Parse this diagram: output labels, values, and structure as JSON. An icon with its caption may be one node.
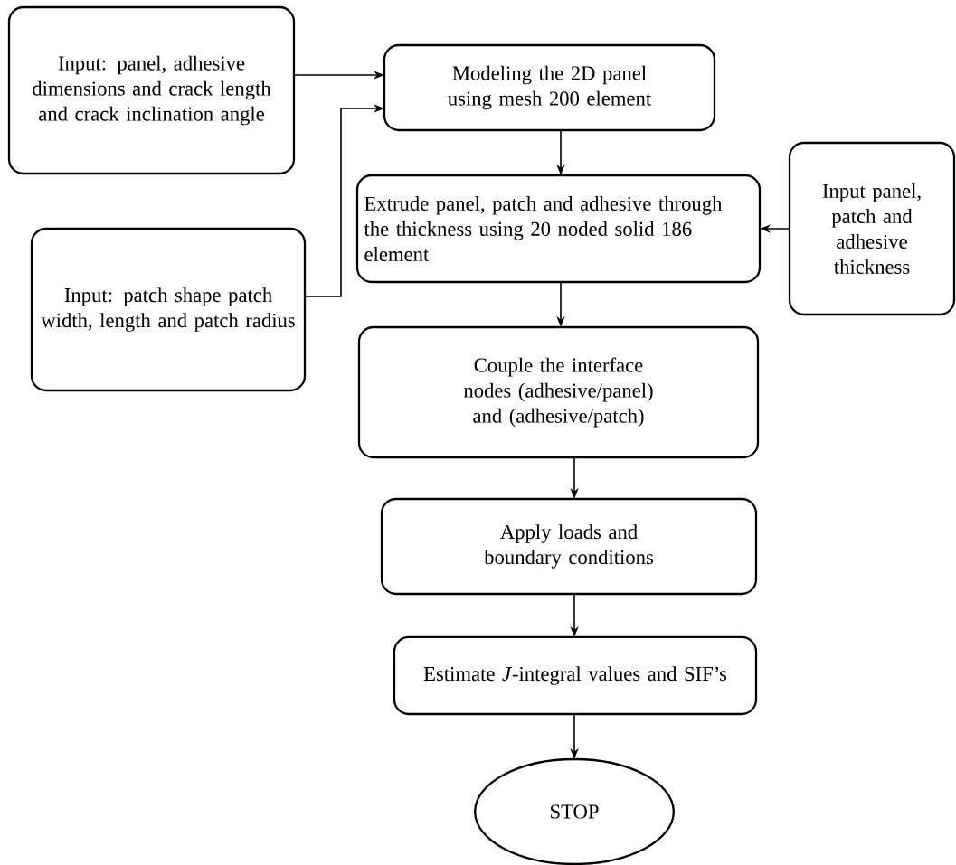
{
  "diagram": {
    "nodes": [
      {
        "text": [
          "Input: panel, adhesive dimensions and crack length and crack inclination angle"
        ]
      },
      {
        "text": [
          "Modeling the 2D panel using mesh 200 element"
        ]
      },
      {
        "text": [
          "Extrude panel, patch and adhesive through the thickness using 20 noded solid 186 element"
        ]
      },
      {
        "text": [
          "Input panel, patch and adhesive thickness"
        ]
      },
      {
        "text": [
          "Input: patch shape patch width, length and patch radius"
        ]
      },
      {
        "text": [
          "Couple the interface nodes (adhesive/panel) and (adhesive/patch)"
        ]
      },
      {
        "text": [
          "Apply loads and boundary conditions"
        ]
      },
      {
        "text": [
          "Estimate *J*-integral values and SIF’s"
        ]
      },
      {
        "text": [
          "STOP"
        ]
      }
    ],
    "edges": [
      {
        "from": 0,
        "to": 1,
        "arrow": "to"
      },
      {
        "from": 4,
        "to": 1,
        "arrow": "to"
      },
      {
        "from": 1,
        "to": 2,
        "arrow": "to"
      },
      {
        "from": 3,
        "to": 2,
        "arrow": "to"
      },
      {
        "from": 2,
        "to": 5,
        "arrow": "to"
      },
      {
        "from": 5,
        "to": 6,
        "arrow": "to"
      },
      {
        "from": 6,
        "to": 7,
        "arrow": "to"
      },
      {
        "from": 7,
        "to": 8,
        "arrow": "to"
      }
    ]
  }
}
